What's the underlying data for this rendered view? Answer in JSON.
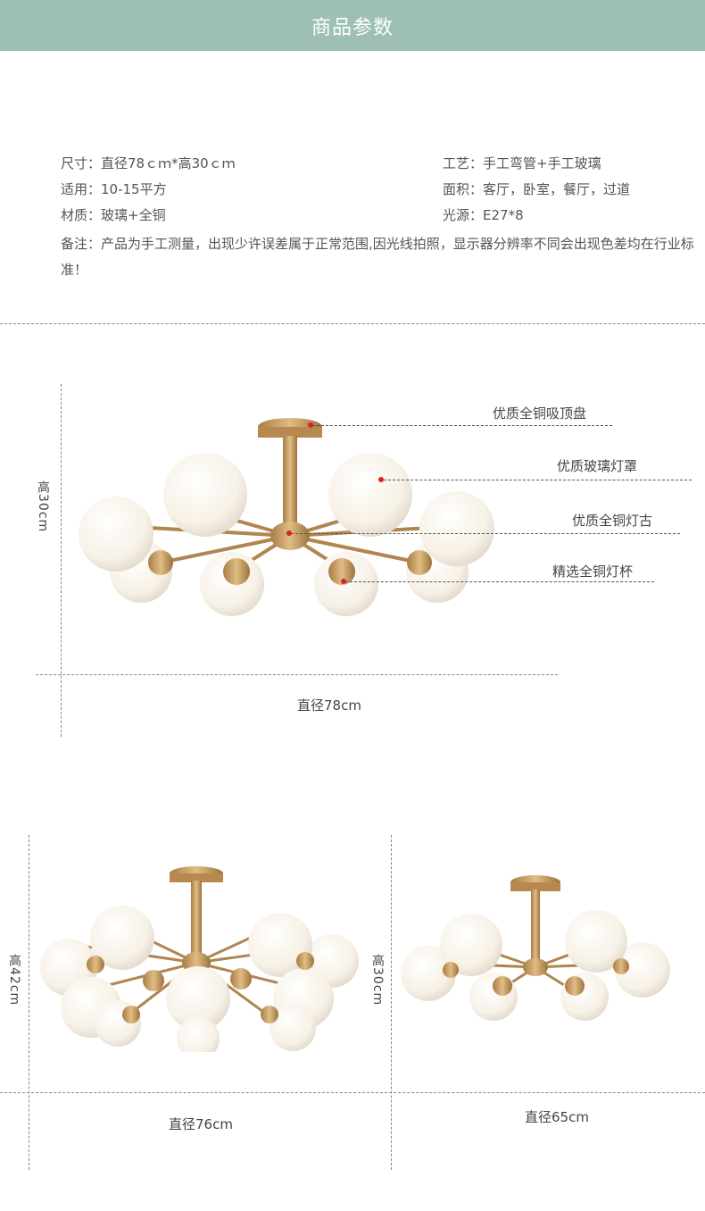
{
  "header": {
    "title": "商品参数"
  },
  "specs": {
    "size": "尺寸：直径78ｃｍ*高30ｃｍ",
    "craft": "工艺：手工弯管+手工玻璃",
    "suitable": "适用：10-15平方",
    "area": "面积：客厅，卧室，餐厅，过道",
    "material": "材质：玻璃+全铜",
    "light": "光源：E27*8",
    "note": "备注：产品为手工测量，出现少许误差属于正常范围,因光线拍照，显示器分辨率不同会出现色差均在行业标准！"
  },
  "figure1": {
    "height_label": "高30cm",
    "width_label": "直径78cm",
    "callouts": [
      "优质全铜吸顶盘",
      "优质玻璃灯罩",
      "优质全铜灯古",
      "精选全铜灯杯"
    ]
  },
  "figure2": {
    "height_label": "高42cm",
    "width_label": "直径76cm"
  },
  "figure3": {
    "height_label": "高30cm",
    "width_label": "直径65cm"
  },
  "colors": {
    "header_bg": "#9ebfb4",
    "brass": "#c9a063",
    "glass": "#fbf7ef",
    "marker": "#e02020"
  }
}
